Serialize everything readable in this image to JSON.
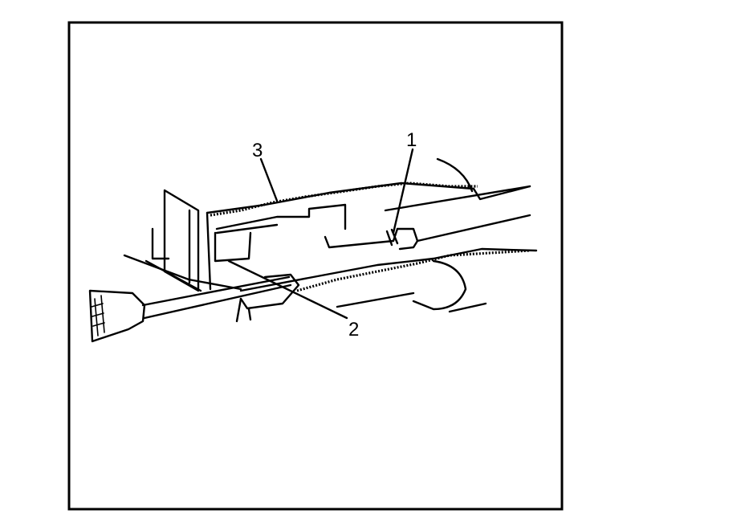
{
  "diagram": {
    "callouts": [
      {
        "id": "1",
        "label": "1"
      },
      {
        "id": "2",
        "label": "2"
      },
      {
        "id": "3",
        "label": "3"
      }
    ],
    "colors": {
      "ink": "#000000",
      "paper": "#ffffff"
    }
  }
}
